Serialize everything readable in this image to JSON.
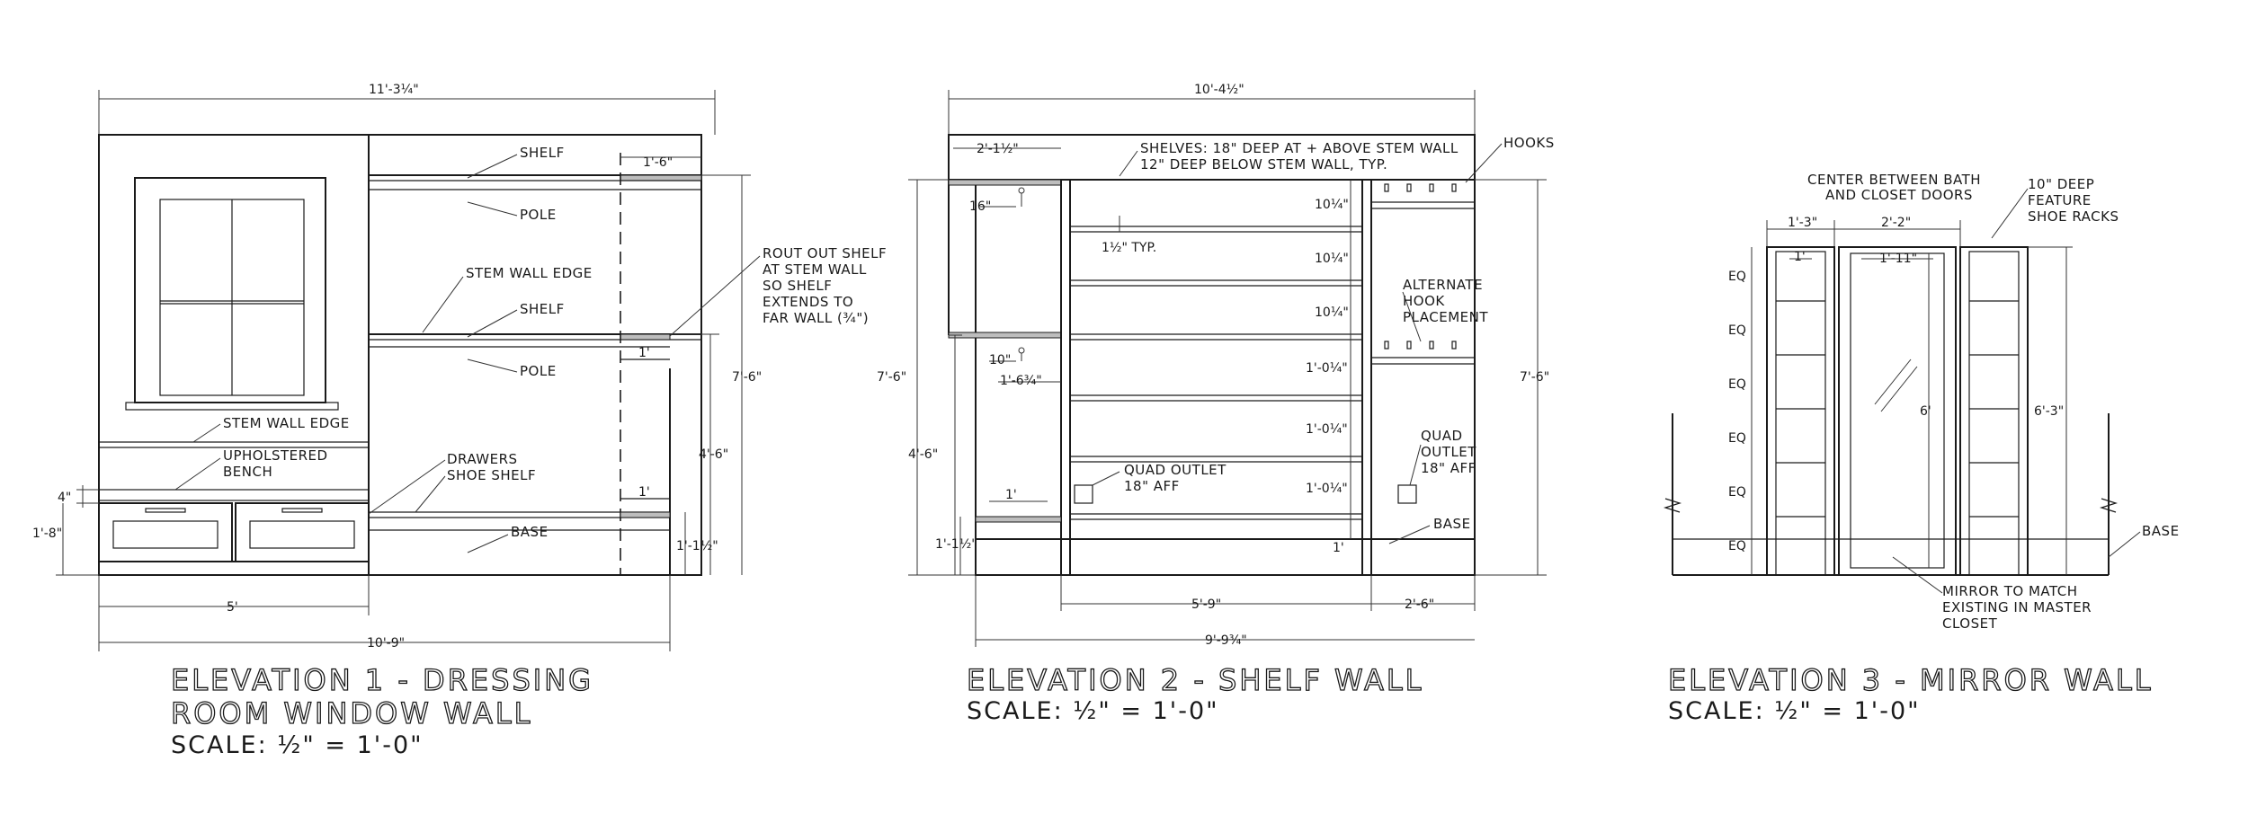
{
  "elevation1": {
    "title_line1": "ELEVATION 1 - DRESSING",
    "title_line2": "ROOM WINDOW WALL",
    "scale": "SCALE: ½\" = 1'-0\"",
    "labels": {
      "shelf_top": "SHELF",
      "pole_top": "POLE",
      "stem_wall_edge_upper": "STEM WALL EDGE",
      "shelf_mid": "SHELF",
      "pole_mid": "POLE",
      "stem_wall_edge_lower": "STEM WALL EDGE",
      "bench_line1": "UPHOLSTERED",
      "bench_line2": "BENCH",
      "drawers_line1": "DRAWERS",
      "drawers_line2": "SHOE SHELF",
      "base": "BASE",
      "rout_line1": "ROUT OUT SHELF",
      "rout_line2": "AT STEM WALL",
      "rout_line3": "SO SHELF",
      "rout_line4": "EXTENDS TO",
      "rout_line5": "FAR WALL (¾\")"
    },
    "dims": {
      "overall_top": "11'-3¼\"",
      "shelf_depth": "1'-6\"",
      "bottom_5": "5'",
      "overall_bottom": "10'-9\"",
      "height_7_6": "7'-6\"",
      "height_4_6": "4'-6\"",
      "bench_4": "4\"",
      "bench_1_8": "1'-8\"",
      "base_1_1_2": "1'-1½\"",
      "inner_1_a": "1'",
      "inner_1_b": "1'"
    }
  },
  "elevation2": {
    "title": "ELEVATION 2 - SHELF WALL",
    "scale": "SCALE: ½\" = 1'-0\"",
    "labels": {
      "shelves_line1": "SHELVES: 18\" DEEP AT + ABOVE STEM WALL",
      "shelves_line2": "12\" DEEP BELOW STEM WALL, TYP.",
      "hooks": "HOOKS",
      "alt_line1": "ALTERNATE",
      "alt_line2": "HOOK",
      "alt_line3": "PLACEMENT",
      "quad_left_line1": "QUAD OUTLET",
      "quad_left_line2": "18\" AFF",
      "quad_right_line1": "QUAD",
      "quad_right_line2": "OUTLET",
      "quad_right_line3": "18\" AFF",
      "base": "BASE",
      "typ": "1½\" TYP."
    },
    "dims": {
      "overall_top": "10'-4½\"",
      "left_2_1_2": "2'-1½\"",
      "d16": "16\"",
      "d10": "10\"",
      "d1_6_3_4": "1'-6¾\"",
      "d1_a": "1'",
      "d1_1_2": "1'-1½\"",
      "height_7_6_left": "7'-6\"",
      "height_4_6": "4'-6\"",
      "height_7_6_right": "7'-6\"",
      "s1": "10¼\"",
      "s2": "10¼\"",
      "s3": "10¼\"",
      "s4": "1'-0¼\"",
      "s5": "1'-0¼\"",
      "s6": "1'-0¼\"",
      "s7": "1'",
      "bottom_5_9": "5'-9\"",
      "bottom_2_6": "2'-6\"",
      "overall_bottom": "9'-9¾\""
    }
  },
  "elevation3": {
    "title": "ELEVATION 3 - MIRROR WALL",
    "scale": "SCALE: ½\" = 1'-0\"",
    "labels": {
      "center_line1": "CENTER BETWEEN BATH",
      "center_line2": "AND CLOSET DOORS",
      "rack_line1": "10\" DEEP",
      "rack_line2": "FEATURE",
      "rack_line3": "SHOE RACKS",
      "base": "BASE",
      "mirror_line1": "MIRROR TO MATCH",
      "mirror_line2": "EXISTING IN MASTER",
      "mirror_line3": "CLOSET",
      "eq": "EQ"
    },
    "dims": {
      "d1_3": "1'-3\"",
      "d2_2": "2'-2\"",
      "d1": "1'",
      "d1_11": "1'-11\"",
      "d6": "6'",
      "d6_3": "6'-3\""
    }
  }
}
